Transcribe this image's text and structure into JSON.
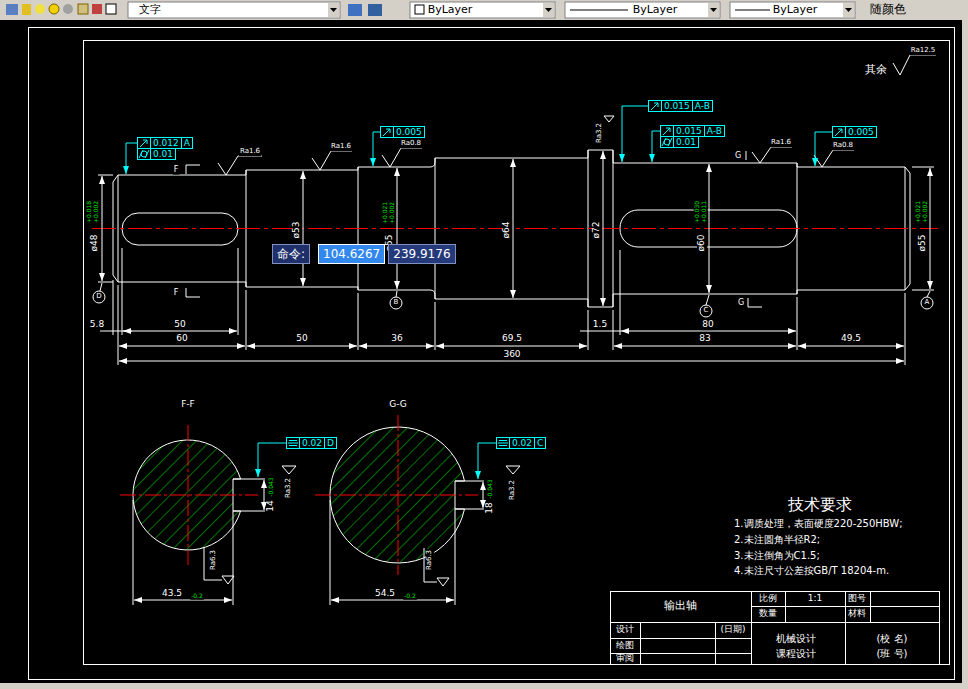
{
  "diagram": {
    "nodes": [
      {
        "text": [
          "命令:"
        ]
      },
      {
        "text": [
          "104.6267"
        ]
      },
      {
        "text": [
          "239.9176"
        ]
      },
      {
        "text": [
          "0.012",
          "A"
        ]
      },
      {
        "text": [
          "0.01"
        ]
      },
      {
        "text": [
          "0.005"
        ]
      },
      {
        "text": [
          "0.015",
          "A-B"
        ]
      },
      {
        "text": [
          "0.015",
          "A-B"
        ]
      },
      {
        "text": [
          "0.01"
        ]
      },
      {
        "text": [
          "0.005"
        ]
      },
      {
        "text": [
          "0.02",
          "D"
        ]
      },
      {
        "text": [
          "0.02",
          "C"
        ]
      }
    ],
    "labels": [
      "文字",
      "ByLayer",
      "ByLayer",
      "ByLayer",
      "随颜色",
      "其余",
      "Ra12.5",
      "Ra1.6",
      "F",
      "Ra1.6",
      "Ra0.8",
      "Ra3.2",
      "G",
      "Ra1.6",
      "Ra0.8",
      "ø48",
      "+0.018",
      "+0.002",
      "ø53",
      "ø55",
      "+0.021",
      "+0.002",
      "ø64",
      "ø72",
      "ø60",
      "+0.030",
      "+0.011",
      "ø55",
      "+0.021",
      "+0.002",
      "D",
      "B",
      "C",
      "A",
      "F",
      "G",
      "5.8",
      "50",
      "60",
      "50",
      "36",
      "69.5",
      "1.5",
      "80",
      "83",
      "49.5",
      "360",
      "F-F",
      "G-G",
      "14",
      "-0.043",
      "Ra3.2",
      "43.5",
      "-0.2",
      "Ra6.3",
      "18",
      "-0.043",
      "Ra3.2",
      "54.5",
      "-0.2",
      "Ra6.3",
      "技术要求",
      "1.调质处理，表面硬度220-250HBW;",
      "2.未注圆角半径R2;",
      "3.未注倒角为C1.5;",
      "4.未注尺寸公差按GB/T 18204-m.",
      "输出轴",
      "比例",
      "1:1",
      "图号",
      "数量",
      "材料",
      "设计",
      "(日期)",
      "绘图",
      "审阅",
      "机械设计",
      "课程设计",
      "(校 名)",
      "(班 号)"
    ]
  }
}
